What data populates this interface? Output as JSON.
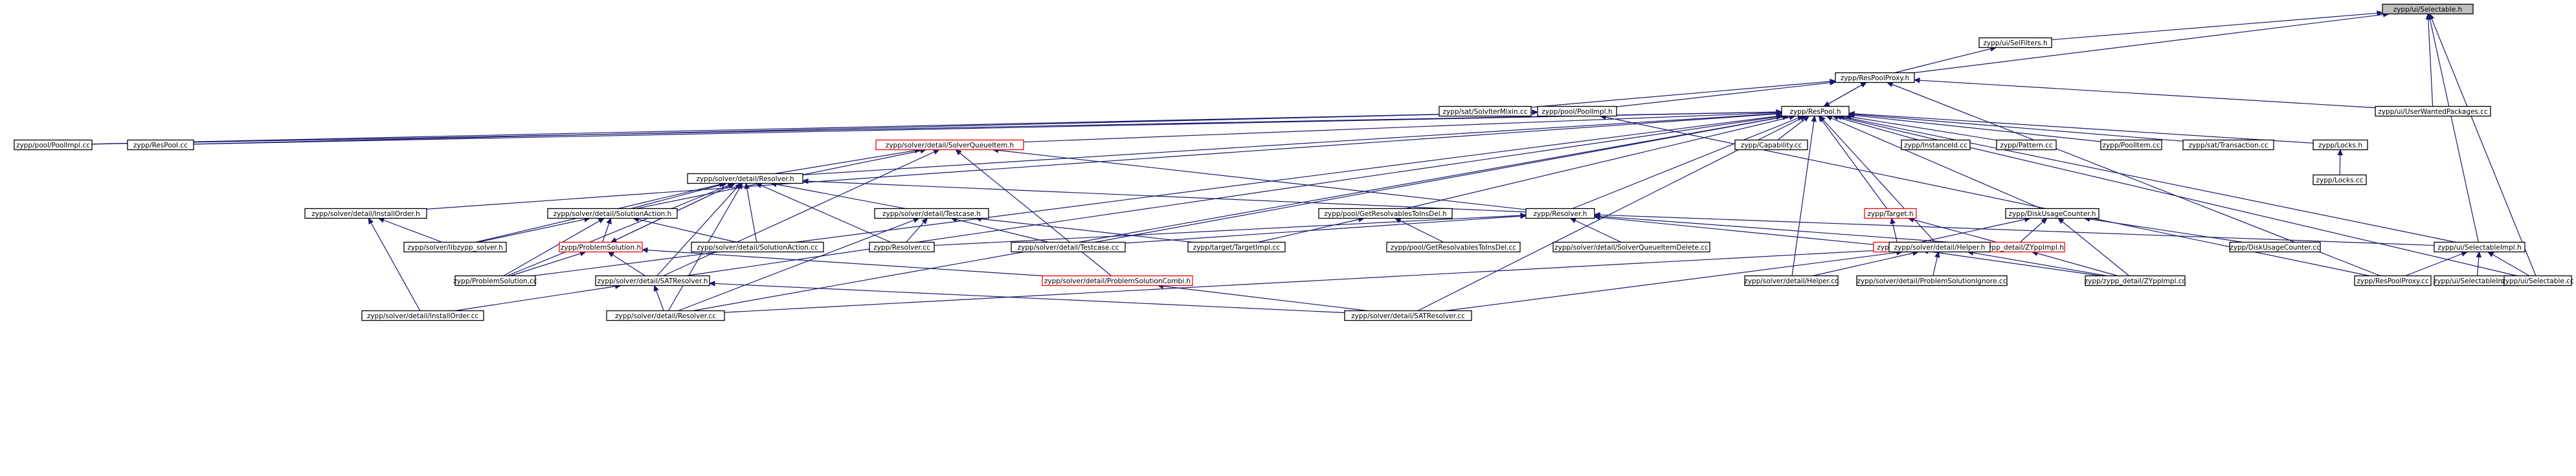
{
  "diagram": {
    "nodes": [
      {
        "id": "selectable_h",
        "label": "zypp/ui/Selectable.h",
        "style": "focus"
      },
      {
        "id": "selfilters_h",
        "label": "zypp/ui/SelFilters.h",
        "style": "normal"
      },
      {
        "id": "respoolproxy_h",
        "label": "zypp/ResPoolProxy.h",
        "style": "normal"
      },
      {
        "id": "solvitermixin_cc",
        "label": "zypp/sat/SolvIterMixin.cc",
        "style": "normal"
      },
      {
        "id": "poolimpl_h",
        "label": "zypp/pool/PoolImpl.h",
        "style": "normal"
      },
      {
        "id": "respool_h",
        "label": "zypp/ResPool.h",
        "style": "normal"
      },
      {
        "id": "userwanted_cc",
        "label": "zypp/ui/UserWantedPackages.cc",
        "style": "normal"
      },
      {
        "id": "poolimpl_cc",
        "label": "zypp/pool/PoolImpl.cc",
        "style": "normal"
      },
      {
        "id": "respool_cc",
        "label": "zypp/ResPool.cc",
        "style": "normal"
      },
      {
        "id": "solverqueueitem_h",
        "label": "zypp/solver/detail/SolverQueueItem.h",
        "style": "missing"
      },
      {
        "id": "capability_cc",
        "label": "zypp/Capability.cc",
        "style": "normal"
      },
      {
        "id": "instanceid_cc",
        "label": "zypp/InstanceId.cc",
        "style": "normal"
      },
      {
        "id": "pattern_cc",
        "label": "zypp/Pattern.cc",
        "style": "normal"
      },
      {
        "id": "poolitem_cc",
        "label": "zypp/PoolItem.cc",
        "style": "normal"
      },
      {
        "id": "transaction_cc",
        "label": "zypp/sat/Transaction.cc",
        "style": "normal"
      },
      {
        "id": "locks_h",
        "label": "zypp/Locks.h",
        "style": "normal"
      },
      {
        "id": "locks_cc",
        "label": "zypp/Locks.cc",
        "style": "normal"
      },
      {
        "id": "resolver_detail_h",
        "label": "zypp/solver/detail/Resolver.h",
        "style": "normal"
      },
      {
        "id": "installorder_h",
        "label": "zypp/solver/detail/InstallOrder.h",
        "style": "normal"
      },
      {
        "id": "solutionaction_h",
        "label": "zypp/solver/detail/SolutionAction.h",
        "style": "normal"
      },
      {
        "id": "testcase_h",
        "label": "zypp/solver/detail/Testcase.h",
        "style": "normal"
      },
      {
        "id": "getresolvables_h",
        "label": "zypp/pool/GetResolvablesToInsDel.h",
        "style": "normal"
      },
      {
        "id": "resolver_h",
        "label": "zypp/Resolver.h",
        "style": "normal"
      },
      {
        "id": "target_h",
        "label": "zypp/Target.h",
        "style": "missing"
      },
      {
        "id": "diskusagecounter_h",
        "label": "zypp/DiskUsageCounter.h",
        "style": "normal"
      },
      {
        "id": "libzypp_solver_h",
        "label": "zypp/solver/libzypp_solver.h",
        "style": "normal"
      },
      {
        "id": "problemsolution_h",
        "label": "zypp/ProblemSolution.h",
        "style": "missing"
      },
      {
        "id": "solutionaction_cc",
        "label": "zypp/solver/detail/SolutionAction.cc",
        "style": "normal"
      },
      {
        "id": "resolver_cc",
        "label": "zypp/Resolver.cc",
        "style": "normal"
      },
      {
        "id": "testcase_cc",
        "label": "zypp/solver/detail/Testcase.cc",
        "style": "normal"
      },
      {
        "id": "targetimpl_cc",
        "label": "zypp/target/TargetImpl.cc",
        "style": "normal"
      },
      {
        "id": "getresolvables_cc",
        "label": "zypp/pool/GetResolvablesToInsDel.cc",
        "style": "normal"
      },
      {
        "id": "sqitemdelete_cc",
        "label": "zypp/solver/detail/SolverQueueItemDelete.cc",
        "style": "normal"
      },
      {
        "id": "zypp_h",
        "label": "zypp/ZYpp.h",
        "style": "missing"
      },
      {
        "id": "zyppimpl_h",
        "label": "zypp/zypp_detail/ZYppImpl.h",
        "style": "missing"
      },
      {
        "id": "diskusagecounter_cc",
        "label": "zypp/DiskUsageCounter.cc",
        "style": "normal"
      },
      {
        "id": "selectableimpl_h",
        "label": "zypp/ui/SelectableImpl.h",
        "style": "normal"
      },
      {
        "id": "helper_h",
        "label": "zypp/solver/detail/Helper.h",
        "style": "normal"
      },
      {
        "id": "problemsolution_cc",
        "label": "zypp/ProblemSolution.cc",
        "style": "normal"
      },
      {
        "id": "satresolver_h",
        "label": "zypp/solver/detail/SATResolver.h",
        "style": "normal"
      },
      {
        "id": "problemsolutioncombi_h",
        "label": "zypp/solver/detail/ProblemSolutionCombi.h",
        "style": "missing"
      },
      {
        "id": "helper_cc",
        "label": "zypp/solver/detail/Helper.cc",
        "style": "normal"
      },
      {
        "id": "problemsolutionignore_cc",
        "label": "zypp/solver/detail/ProblemSolutionIgnore.cc",
        "style": "normal"
      },
      {
        "id": "zyppimpl_cc",
        "label": "zypp/zypp_detail/ZYppImpl.cc",
        "style": "normal"
      },
      {
        "id": "respoolproxy_cc",
        "label": "zypp/ResPoolProxy.cc",
        "style": "normal"
      },
      {
        "id": "selectableimpl_cc",
        "label": "zypp/ui/SelectableImpl.cc",
        "style": "normal"
      },
      {
        "id": "selectable_cc",
        "label": "zypp/ui/Selectable.cc",
        "style": "normal"
      },
      {
        "id": "installorder_cc",
        "label": "zypp/solver/detail/InstallOrder.cc",
        "style": "normal"
      },
      {
        "id": "resolver_detail_cc",
        "label": "zypp/solver/detail/Resolver.cc",
        "style": "normal"
      },
      {
        "id": "satresolver_cc",
        "label": "zypp/solver/detail/SATResolver.cc",
        "style": "normal"
      }
    ],
    "edges": [
      [
        "selfilters_h",
        "selectable_h"
      ],
      [
        "respoolproxy_h",
        "selectable_h"
      ],
      [
        "userwanted_cc",
        "selectable_h"
      ],
      [
        "selectableimpl_h",
        "selectable_h"
      ],
      [
        "selectable_cc",
        "selectable_h"
      ],
      [
        "respoolproxy_h",
        "selfilters_h"
      ],
      [
        "respool_h",
        "respoolproxy_h"
      ],
      [
        "solvitermixin_cc",
        "respoolproxy_h"
      ],
      [
        "poolimpl_h",
        "respoolproxy_h"
      ],
      [
        "userwanted_cc",
        "respoolproxy_h"
      ],
      [
        "respoolproxy_cc",
        "respoolproxy_h"
      ],
      [
        "respoolproxy_h",
        "respool_h"
      ],
      [
        "poolimpl_cc",
        "poolimpl_h"
      ],
      [
        "respool_cc",
        "poolimpl_h"
      ],
      [
        "respoolproxy_cc",
        "poolimpl_h"
      ],
      [
        "poolimpl_cc",
        "respool_h"
      ],
      [
        "respool_cc",
        "respool_h"
      ],
      [
        "solverqueueitem_h",
        "respool_h"
      ],
      [
        "capability_cc",
        "respool_h"
      ],
      [
        "instanceid_cc",
        "respool_h"
      ],
      [
        "pattern_cc",
        "respool_h"
      ],
      [
        "poolitem_cc",
        "respool_h"
      ],
      [
        "transaction_cc",
        "respool_h"
      ],
      [
        "locks_h",
        "respool_h"
      ],
      [
        "resolver_detail_h",
        "respool_h"
      ],
      [
        "installorder_h",
        "respool_h"
      ],
      [
        "getresolvables_h",
        "respool_h"
      ],
      [
        "resolver_h",
        "respool_h"
      ],
      [
        "target_h",
        "respool_h"
      ],
      [
        "diskusagecounter_h",
        "respool_h"
      ],
      [
        "selectableimpl_h",
        "respool_h"
      ],
      [
        "helper_h",
        "respool_h"
      ],
      [
        "testcase_cc",
        "respool_h"
      ],
      [
        "helper_cc",
        "respool_h"
      ],
      [
        "problemsolution_cc",
        "respool_h"
      ],
      [
        "resolver_detail_cc",
        "respool_h"
      ],
      [
        "satresolver_cc",
        "respool_h"
      ],
      [
        "satresolver_h",
        "respool_h"
      ],
      [
        "selectable_cc",
        "respool_h"
      ],
      [
        "locks_cc",
        "locks_h"
      ],
      [
        "resolver_detail_h",
        "solverqueueitem_h"
      ],
      [
        "resolver_h",
        "solverqueueitem_h"
      ],
      [
        "satresolver_h",
        "solverqueueitem_h"
      ],
      [
        "problemsolutioncombi_h",
        "solverqueueitem_h"
      ],
      [
        "solutionaction_h",
        "solverqueueitem_h"
      ],
      [
        "resolver_h",
        "resolver_detail_h"
      ],
      [
        "libzypp_solver_h",
        "resolver_detail_h"
      ],
      [
        "problemsolution_h",
        "resolver_detail_h"
      ],
      [
        "solutionaction_cc",
        "resolver_detail_h"
      ],
      [
        "resolver_cc",
        "resolver_detail_h"
      ],
      [
        "testcase_h",
        "resolver_detail_h"
      ],
      [
        "problemsolution_cc",
        "resolver_detail_h"
      ],
      [
        "resolver_detail_cc",
        "resolver_detail_h"
      ],
      [
        "satresolver_h",
        "resolver_detail_h"
      ],
      [
        "solutionaction_h",
        "resolver_detail_h"
      ],
      [
        "resolver_detail_h",
        "problemsolution_h"
      ],
      [
        "libzypp_solver_h",
        "installorder_h"
      ],
      [
        "installorder_cc",
        "installorder_h"
      ],
      [
        "libzypp_solver_h",
        "solutionaction_h"
      ],
      [
        "problemsolution_h",
        "solutionaction_h"
      ],
      [
        "solutionaction_cc",
        "solutionaction_h"
      ],
      [
        "problemsolution_cc",
        "solutionaction_h"
      ],
      [
        "resolver_cc",
        "testcase_h"
      ],
      [
        "testcase_cc",
        "testcase_h"
      ],
      [
        "targetimpl_cc",
        "testcase_h"
      ],
      [
        "resolver_detail_cc",
        "testcase_h"
      ],
      [
        "targetimpl_cc",
        "getresolvables_h"
      ],
      [
        "getresolvables_cc",
        "getresolvables_h"
      ],
      [
        "zypp_h",
        "resolver_h"
      ],
      [
        "zyppimpl_h",
        "resolver_h"
      ],
      [
        "resolver_cc",
        "resolver_h"
      ],
      [
        "testcase_cc",
        "resolver_h"
      ],
      [
        "sqitemdelete_cc",
        "resolver_h"
      ],
      [
        "selectableimpl_h",
        "resolver_h"
      ],
      [
        "zypp_h",
        "target_h"
      ],
      [
        "zyppimpl_h",
        "target_h"
      ],
      [
        "zypp_h",
        "diskusagecounter_h"
      ],
      [
        "zyppimpl_h",
        "diskusagecounter_h"
      ],
      [
        "diskusagecounter_cc",
        "diskusagecounter_h"
      ],
      [
        "zyppimpl_cc",
        "diskusagecounter_h"
      ],
      [
        "zyppimpl_cc",
        "zyppimpl_h"
      ],
      [
        "zyppimpl_cc",
        "zypp_h"
      ],
      [
        "problemsolution_cc",
        "problemsolution_h"
      ],
      [
        "problemsolutioncombi_h",
        "problemsolution_h"
      ],
      [
        "satresolver_h",
        "problemsolution_h"
      ],
      [
        "satresolver_cc",
        "problemsolutioncombi_h"
      ],
      [
        "satresolver_cc",
        "satresolver_h"
      ],
      [
        "resolver_detail_cc",
        "satresolver_h"
      ],
      [
        "installorder_cc",
        "satresolver_h"
      ],
      [
        "helper_cc",
        "helper_h"
      ],
      [
        "problemsolutionignore_cc",
        "helper_h"
      ],
      [
        "zyppimpl_cc",
        "helper_h"
      ],
      [
        "satresolver_cc",
        "helper_h"
      ],
      [
        "resolver_detail_cc",
        "helper_h"
      ],
      [
        "respoolproxy_cc",
        "selectableimpl_h"
      ],
      [
        "selectableimpl_cc",
        "selectableimpl_h"
      ],
      [
        "selectable_cc",
        "selectableimpl_h"
      ]
    ]
  }
}
